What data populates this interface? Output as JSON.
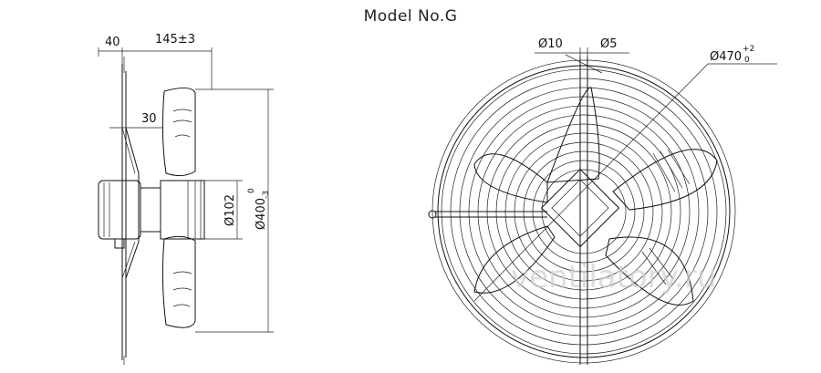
{
  "title": "Model No.G",
  "watermark": "ventilatory.ru",
  "side_view": {
    "dim_hub_depth": "40",
    "dim_depth": "145±3",
    "dim_blade": "30",
    "dim_hub_diameter": "Ø102",
    "dim_outer_diameter_main": "Ø400",
    "dim_outer_diameter_tol_low": "-3",
    "dim_outer_diameter_tol_high": "0"
  },
  "front_view": {
    "dim_hole": "Ø10",
    "dim_ring": "Ø5",
    "dim_guard_main": "Ø470",
    "dim_guard_tol_high": "+2",
    "dim_guard_tol_low": "0"
  },
  "colors": {
    "line": "#111111",
    "watermark": "#cfcfcf"
  }
}
